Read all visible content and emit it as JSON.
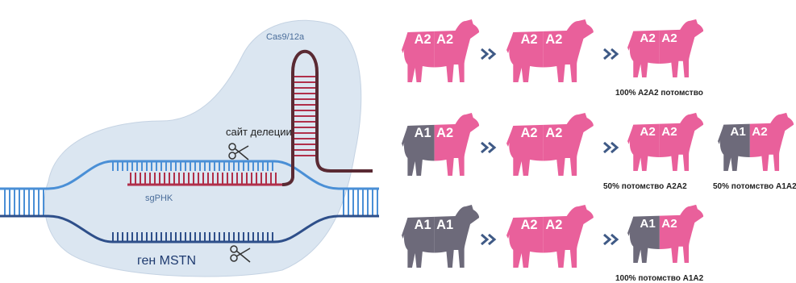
{
  "crispr": {
    "enzyme_label": "Cas9/12a",
    "deletion_site_label": "сайт делеции",
    "guide_label": "sgPHK",
    "gene_label": "ген MSTN"
  },
  "colors": {
    "pink": "#e9609b",
    "gray": "#6d6a7a",
    "blob": "#dbe6f1",
    "dna_blue": "#4a8fd6",
    "dna_dark": "#2e4f8a",
    "rna": "#b02f4a",
    "chevron": "#3f5a86"
  },
  "rows": [
    {
      "parents": [
        {
          "alleles": [
            "A2",
            "A2"
          ],
          "colors": [
            "pink",
            "pink"
          ]
        },
        {
          "alleles": [
            "A2",
            "A2"
          ],
          "colors": [
            "pink",
            "pink"
          ]
        }
      ],
      "offspring": [
        {
          "alleles": [
            "A2",
            "A2"
          ],
          "colors": [
            "pink",
            "pink"
          ],
          "caption": "100% A2A2 потомство"
        }
      ]
    },
    {
      "parents": [
        {
          "alleles": [
            "A1",
            "A2"
          ],
          "colors": [
            "gray",
            "pink"
          ]
        },
        {
          "alleles": [
            "A2",
            "A2"
          ],
          "colors": [
            "pink",
            "pink"
          ]
        }
      ],
      "offspring": [
        {
          "alleles": [
            "A2",
            "A2"
          ],
          "colors": [
            "pink",
            "pink"
          ],
          "caption": "50% потомство A2A2"
        },
        {
          "alleles": [
            "A1",
            "A2"
          ],
          "colors": [
            "gray",
            "pink"
          ],
          "caption": "50% потомство A1A2"
        }
      ]
    },
    {
      "parents": [
        {
          "alleles": [
            "A1",
            "A1"
          ],
          "colors": [
            "gray",
            "gray"
          ]
        },
        {
          "alleles": [
            "A2",
            "A2"
          ],
          "colors": [
            "pink",
            "pink"
          ]
        }
      ],
      "offspring": [
        {
          "alleles": [
            "A1",
            "A2"
          ],
          "colors": [
            "gray",
            "pink"
          ],
          "caption": "100% потомство A1A2"
        }
      ]
    }
  ]
}
